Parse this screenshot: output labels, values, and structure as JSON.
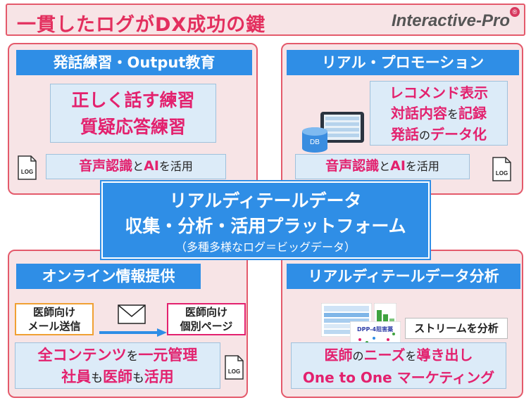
{
  "header": {
    "title": "一貫したログがDX成功の鍵",
    "brand": "Interactive-Pro",
    "reg_mark": "®"
  },
  "panels": {
    "top_left": {
      "title": "発話練習・Output教育",
      "box_lines": [
        "正しく話す練習",
        "質疑応答練習"
      ],
      "ai": {
        "strong1": "音声認識",
        "plain1": "と",
        "strong2": "AI",
        "plain2": "を活用"
      },
      "log_label": "LOG"
    },
    "top_right": {
      "title": "リアル・プロモーション",
      "box_lines": [
        {
          "strong": "レコメンド表示",
          "plain": ""
        },
        {
          "strong": "対話内容",
          "plain": "を",
          "strong2": "記録"
        },
        {
          "strong": "発話",
          "plain": "の",
          "strong2": "データ化"
        }
      ],
      "db_label": "DB",
      "ai": {
        "strong1": "音声認識",
        "plain1": "と",
        "strong2": "AI",
        "plain2": "を活用"
      },
      "log_label": "LOG"
    },
    "bottom_left": {
      "title": "オンライン情報提供",
      "from_box": [
        "医師向け",
        "メール送信"
      ],
      "to_box": [
        "医師向け",
        "個別ページ"
      ],
      "box_lines": [
        {
          "s1": "全コンテンツ",
          "p1": "を",
          "s2": "一元管理"
        },
        {
          "s1": "社員",
          "p1": "も",
          "s2": "医師",
          "p2": "も",
          "s3": "活用"
        }
      ],
      "log_label": "LOG"
    },
    "bottom_right": {
      "title": "リアルディテールデータ分析",
      "stream_label": "ストリームを分析",
      "thumb_caption": "DPP-4阻害薬",
      "box_lines": [
        {
          "s1": "医師",
          "p1": "の",
          "s2": "ニーズ",
          "p2": "を",
          "s3": "導き出し"
        },
        {
          "s1": "One to One マーケティング"
        }
      ]
    }
  },
  "center": {
    "line1": "リアルディテールデータ",
    "line2": "収集・分析・活用プラットフォーム",
    "line3": "（多種多様なログ＝ビッグデータ）"
  },
  "colors": {
    "accent_blue": "#2f8ee6",
    "accent_pink": "#e3216e",
    "border_pink": "#e45a6b",
    "panel_bg": "#f7e4e6",
    "box_bg": "#dcebf8"
  }
}
